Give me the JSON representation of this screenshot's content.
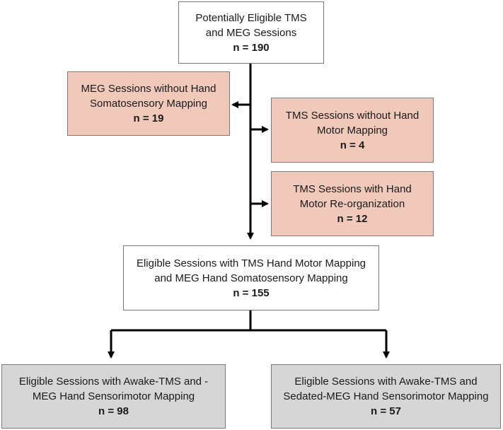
{
  "boxes": {
    "start": {
      "line1": "Potentially Eligible TMS",
      "line2": "and MEG Sessions",
      "count": "n = 190"
    },
    "excl_meg": {
      "line1": "MEG Sessions without Hand",
      "line2": "Somatosensory Mapping",
      "count": "n = 19"
    },
    "excl_tms": {
      "line1": "TMS Sessions without Hand",
      "line2": "Motor Mapping",
      "count": "n = 4"
    },
    "excl_reorg": {
      "line1": "TMS Sessions with Hand",
      "line2": "Motor Re-organization",
      "count": "n = 12"
    },
    "eligible": {
      "line1": "Eligible Sessions with TMS Hand Motor Mapping",
      "line2": "and MEG Hand Somatosensory Mapping",
      "count": "n = 155"
    },
    "awake": {
      "line1": "Eligible Sessions with Awake-TMS and -",
      "line2": "MEG Hand Sensorimotor Mapping",
      "count": "n = 98"
    },
    "sedated": {
      "line1": "Eligible Sessions with Awake-TMS and",
      "line2": "Sedated-MEG Hand Sensorimotor Mapping",
      "count": "n = 57"
    }
  },
  "colors": {
    "white": "#ffffff",
    "exclusion": "#f0c9bb",
    "outcome": "#d6d6d6",
    "border": "#7a7a7a",
    "arrow": "#000000"
  }
}
